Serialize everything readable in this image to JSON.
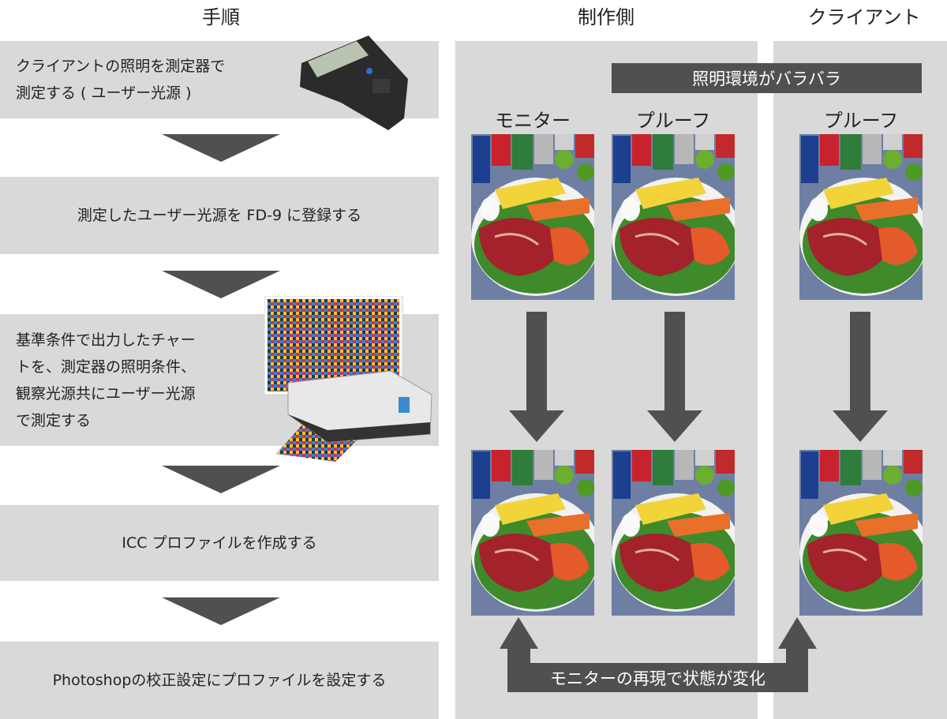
{
  "headers": {
    "steps": "手順",
    "production": "制作側",
    "client": "クライアント"
  },
  "steps": [
    {
      "line1": "クライアントの照明を測定器で",
      "line2": "測定する ( ユーザー光源 )"
    },
    {
      "text": "測定したユーザー光源を FD-9 に登録する"
    },
    {
      "line1": "基準条件で出力したチャー",
      "line2": "トを、測定器の照明条件、",
      "line3": "観察光源共にユーザー光源",
      "line4": "で測定する"
    },
    {
      "text": "ICC プロファイルを作成する"
    },
    {
      "text": "Photoshopの校正設定にプロファイルを設定する"
    }
  ],
  "banner": "照明環境がバラバラ",
  "columns": {
    "monitor": "モニター",
    "proof": "プルーフ",
    "client_proof": "プルーフ"
  },
  "bottom_arrow_label": "モニターの再現で状態が変化",
  "colors": {
    "box": "#d9d9d9",
    "dark": "#505050"
  }
}
